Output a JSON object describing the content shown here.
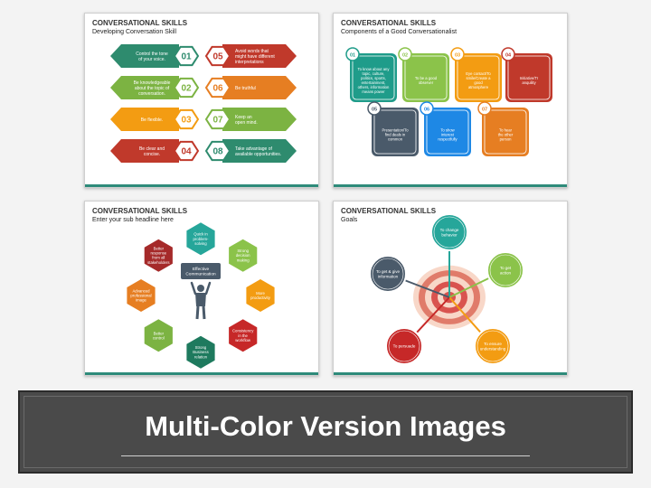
{
  "slides": [
    {
      "title": "CONVERSATIONAL SKILLS",
      "subtitle": "Developing Conversation Skill",
      "items": [
        {
          "num": "01",
          "text": [
            "Control the tone",
            "of your voice."
          ],
          "color": "#2e8b6e"
        },
        {
          "num": "02",
          "text": [
            "Be knowledgeable",
            "about the topic of",
            "conversation."
          ],
          "color": "#7cb342"
        },
        {
          "num": "03",
          "text": [
            "Be flexible."
          ],
          "color": "#f39c12"
        },
        {
          "num": "04",
          "text": [
            "Be clear and",
            "concise."
          ],
          "color": "#c0392b"
        },
        {
          "num": "05",
          "text": [
            "Avoid words that",
            "might have different",
            "interpretations"
          ],
          "color": "#c0392b"
        },
        {
          "num": "06",
          "text": [
            "Be truthful"
          ],
          "color": "#e67e22"
        },
        {
          "num": "07",
          "text": [
            "Keep an",
            "open mind."
          ],
          "color": "#7cb342"
        },
        {
          "num": "08",
          "text": [
            "Take advantage of",
            "available opportunities."
          ],
          "color": "#2e8b6e"
        }
      ]
    },
    {
      "title": "CONVERSATIONAL SKILLS",
      "subtitle": "Components of a Good Conversationalist",
      "items": [
        {
          "num": "01",
          "text": [
            "To know about any",
            "topic, culture,",
            "politics, sports,",
            "entertainment,",
            "others, information",
            "means power"
          ],
          "color": "#1f9c8a"
        },
        {
          "num": "02",
          "text": [
            "To be a good",
            "observer"
          ],
          "color": "#8bc34a"
        },
        {
          "num": "03",
          "text": [
            "Eye contact/To",
            "smile/Create a",
            "good",
            "atmosphere"
          ],
          "color": "#f39c12"
        },
        {
          "num": "04",
          "text": [
            "Initiative/Tr",
            "anquility"
          ],
          "color": "#c0392b"
        },
        {
          "num": "05",
          "text": [
            "Presentation/To",
            "find deals in",
            "common"
          ],
          "color": "#4a5a6a"
        },
        {
          "num": "06",
          "text": [
            "To show",
            "interest",
            "respectfully"
          ],
          "color": "#1e88e5"
        },
        {
          "num": "07",
          "text": [
            "To hear",
            "the other",
            "person"
          ],
          "color": "#e67e22"
        }
      ]
    },
    {
      "title": "CONVERSATIONAL SKILLS",
      "subtitle": "Enter your sub headline here",
      "center": [
        "Effective",
        "Communication"
      ],
      "items": [
        {
          "text": [
            "Quick in",
            "problem-",
            "solving"
          ],
          "color": "#26a69a"
        },
        {
          "text": [
            "Strong",
            "decision",
            "making"
          ],
          "color": "#8bc34a"
        },
        {
          "text": [
            "More",
            "productivity"
          ],
          "color": "#f39c12"
        },
        {
          "text": [
            "Consistency",
            "in the",
            "workflow"
          ],
          "color": "#c62828"
        },
        {
          "text": [
            "Strong",
            "Business",
            "relation"
          ],
          "color": "#1e7a5e"
        },
        {
          "text": [
            "Better",
            "control"
          ],
          "color": "#7cb342"
        },
        {
          "text": [
            "Advanced",
            "professional",
            "image"
          ],
          "color": "#e67e22"
        },
        {
          "text": [
            "Better",
            "response",
            "from all",
            "stakeholders"
          ],
          "color": "#a52a2a"
        }
      ]
    },
    {
      "title": "CONVERSATIONAL SKILLS",
      "subtitle": "Goals",
      "items": [
        {
          "text": [
            "To change",
            "behavior"
          ],
          "color": "#26a69a"
        },
        {
          "text": [
            "To get",
            "action"
          ],
          "color": "#8bc34a"
        },
        {
          "text": [
            "To ensure",
            "understanding"
          ],
          "color": "#f39c12"
        },
        {
          "text": [
            "To persuade"
          ],
          "color": "#c62828"
        },
        {
          "text": [
            "To get & give",
            "information"
          ],
          "color": "#4a5a6a"
        }
      ]
    }
  ],
  "banner": {
    "title": "Multi-Color Version Images"
  }
}
